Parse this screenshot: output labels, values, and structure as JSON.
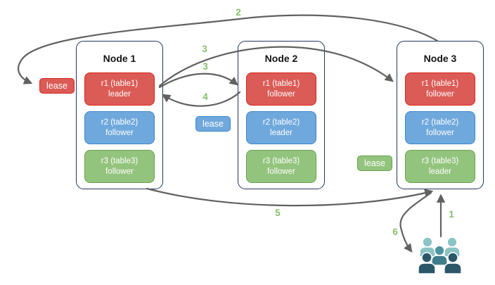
{
  "diagram": {
    "title_hint": "range lease / replica leadership diagram",
    "nodes": [
      {
        "title": "Node 1",
        "replicas": [
          {
            "name": "r1 (table1)",
            "role": "leader",
            "color": "#db5b56"
          },
          {
            "name": "r2 (table2)",
            "role": "follower",
            "color": "#6fa8dc"
          },
          {
            "name": "r3 (table3)",
            "role": "follower",
            "color": "#93c47d"
          }
        ]
      },
      {
        "title": "Node 2",
        "replicas": [
          {
            "name": "r1 (table1)",
            "role": "follower",
            "color": "#db5b56"
          },
          {
            "name": "r2 (table2)",
            "role": "leader",
            "color": "#6fa8dc"
          },
          {
            "name": "r3 (table3)",
            "role": "follower",
            "color": "#93c47d"
          }
        ]
      },
      {
        "title": "Node 3",
        "replicas": [
          {
            "name": "r1 (table1)",
            "role": "follower",
            "color": "#db5b56"
          },
          {
            "name": "r2 (table2)",
            "role": "follower",
            "color": "#6fa8dc"
          },
          {
            "name": "r3 (table3)",
            "role": "leader",
            "color": "#93c47d"
          }
        ]
      }
    ],
    "leases": [
      {
        "label": "lease",
        "color": "#db5b56"
      },
      {
        "label": "lease",
        "color": "#6fa8dc"
      },
      {
        "label": "lease",
        "color": "#93c47d"
      }
    ],
    "steps": {
      "s1": "1",
      "s2": "2",
      "s3a": "3",
      "s3b": "3",
      "s4": "4",
      "s5": "5",
      "s6": "6"
    },
    "client_icon": "users-group"
  },
  "colors": {
    "replica_red_fill": "#db5b56",
    "replica_red_border": "#d8261b",
    "replica_blue_fill": "#6fa8dc",
    "replica_blue_border": "#4186cc",
    "replica_green_fill": "#93c47d",
    "replica_green_border": "#68a14c",
    "node_border": "#22365f",
    "arrow": "#616161",
    "step_label_green": "#85be6b",
    "users_light_teal": "#8cc3c3",
    "users_mid_teal": "#4d94a1",
    "users_dark_teal": "#2b5768"
  }
}
